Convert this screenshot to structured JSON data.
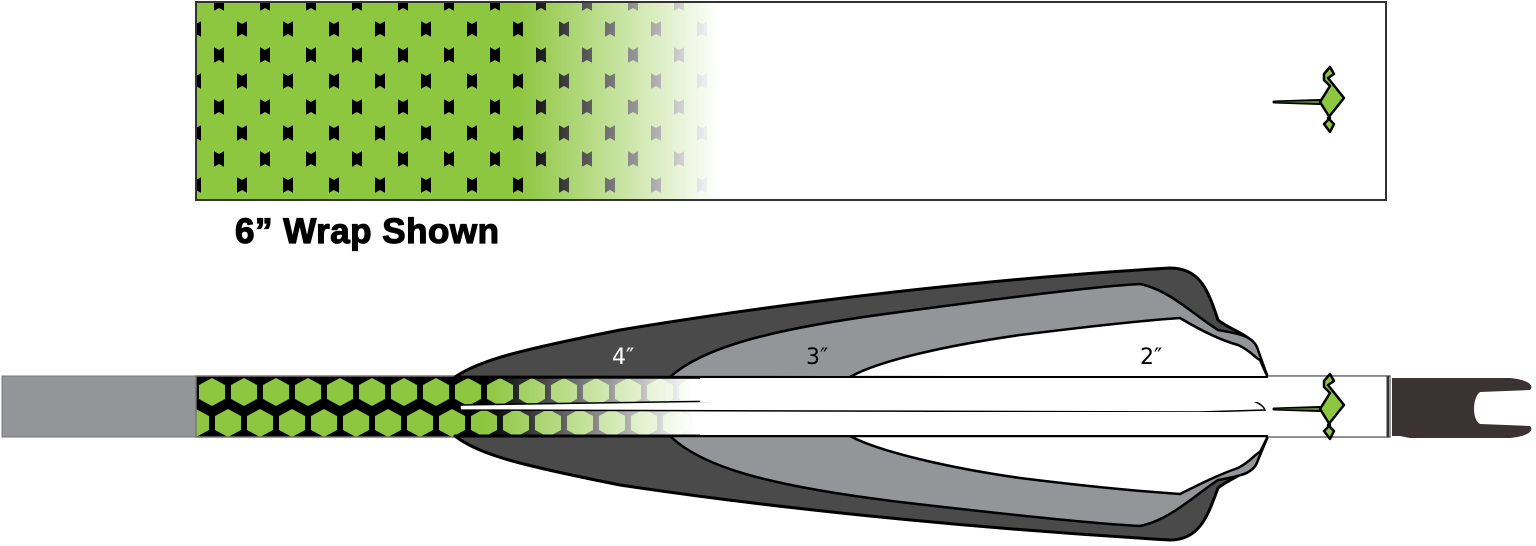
{
  "wrap_panel": {
    "caption": "6” Wrap Shown",
    "pattern": "hexagon-honeycomb",
    "colors": {
      "hex_fill": "#8dc63f",
      "hex_outline": "#000000",
      "panel_border": "#333333"
    },
    "logo": "arrow-fletching-logo"
  },
  "arrow": {
    "shaft_color": "#939598",
    "nock_color": "#3a3233",
    "vanes": [
      {
        "label": "4″",
        "size": "4 inch",
        "color": "#4a4a4a"
      },
      {
        "label": "3″",
        "size": "3 inch",
        "color": "#939598"
      },
      {
        "label": "2″",
        "size": "2 inch",
        "color": "#ffffff"
      }
    ]
  }
}
